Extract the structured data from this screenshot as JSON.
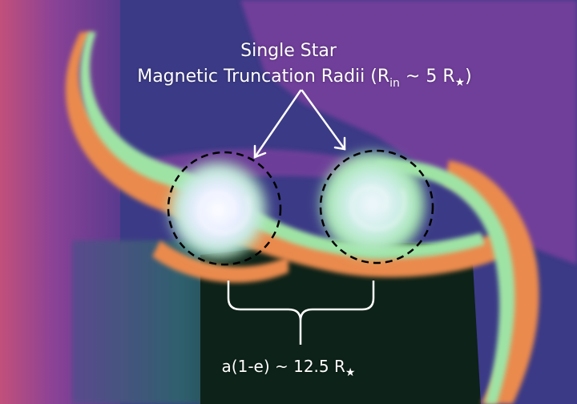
{
  "annotation": {
    "title_line1": "Single Star",
    "title_line2_prefix": "Magnetic Truncation Radii (R",
    "title_line2_subscript": "in",
    "title_line2_mid": " ~ 5 R",
    "title_line2_star": "★",
    "title_line2_suffix": ")",
    "separation_prefix": "a(1-e) ~ 12.5 R",
    "separation_star": "★"
  },
  "colors": {
    "background_dark_blue": "#3b3a86",
    "background_purple": "#7a3f9e",
    "left_edge_magenta": "#c2507a",
    "lower_left_teal": "#2f5f6e",
    "dark_cavity": "#0d2218",
    "orange_stream": "#ea8a4e",
    "green_stream": "#9fe3a4",
    "star_core": "#f4f6ff",
    "annotation": "#ffffff"
  },
  "icons": [
    "arrow-icon",
    "brace-icon",
    "dashed-circle-icon"
  ]
}
